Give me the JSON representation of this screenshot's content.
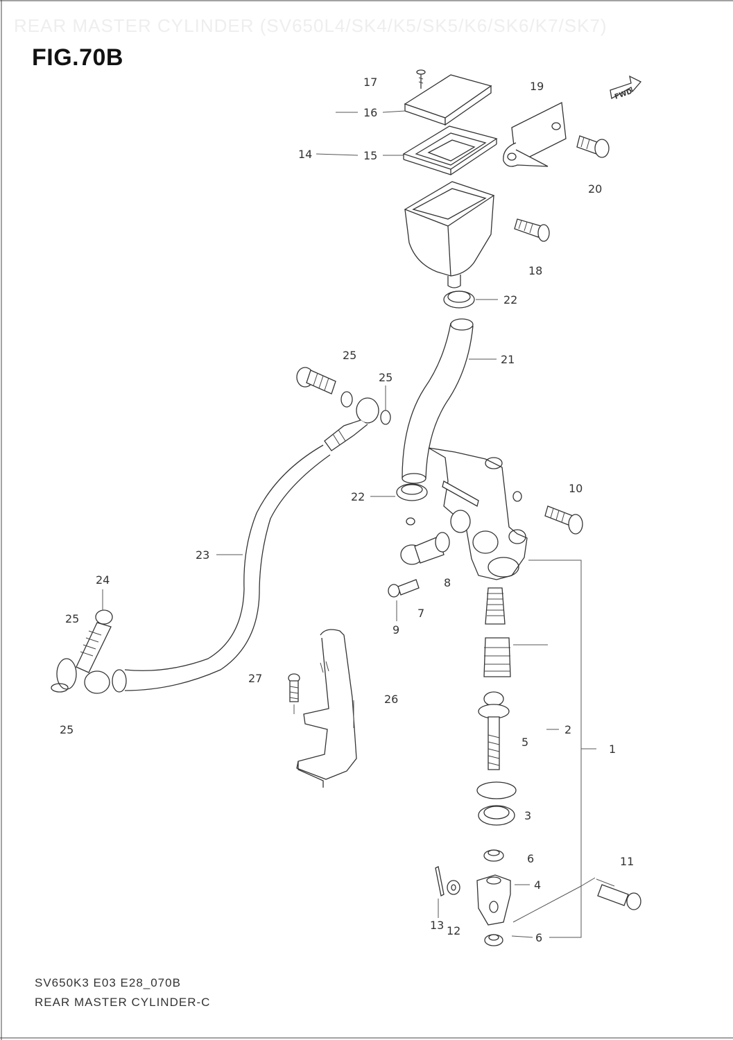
{
  "header_title": "REAR MASTER CYLINDER (SV650L4/SK4/K5/SK5/K6/SK6/K7/SK7)",
  "figure_title": "FIG.70B",
  "fwd_label": "FWD",
  "footer": {
    "code": "SV650K3 E03 E28_070B",
    "description": "REAR MASTER CYLINDER-C"
  },
  "callouts": {
    "c1": "1",
    "c2": "2",
    "c3": "3",
    "c4": "4",
    "c5": "5",
    "c6a": "6",
    "c6b": "6",
    "c7": "7",
    "c8": "8",
    "c9": "9",
    "c10": "10",
    "c11": "11",
    "c12": "12",
    "c13": "13",
    "c14": "14",
    "c15": "15",
    "c16": "16",
    "c17": "17",
    "c18": "18",
    "c19": "19",
    "c20": "20",
    "c21": "21",
    "c22a": "22",
    "c22b": "22",
    "c23": "23",
    "c24": "24",
    "c25a": "25",
    "c25b": "25",
    "c25c": "25",
    "c25d": "25",
    "c26": "26",
    "c27": "27"
  }
}
